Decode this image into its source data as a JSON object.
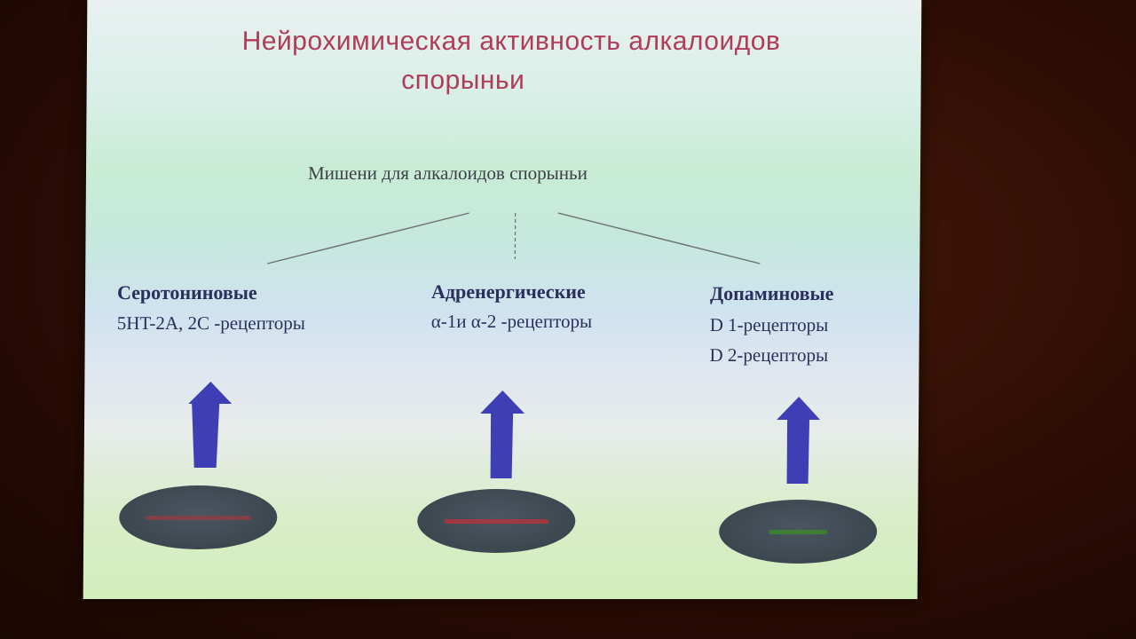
{
  "slide": {
    "title_line1": "Нейрохимическая активность алкалоидов",
    "title_line2": "спорыньи",
    "subtitle": "Мишени для алкалоидов спорыньи",
    "colors": {
      "title": "#b23a5a",
      "text": "#2b2f5e",
      "arrow": "#3f3fb5",
      "ellipse": "#3c4750",
      "ellipse_label_red": "#c0303a",
      "ellipse_label_green": "#3a8a2a"
    },
    "groups": [
      {
        "title": "Серотониновые",
        "lines": [
          "5HT-2A, 2C -рецепторы"
        ]
      },
      {
        "title": "Адренергические",
        "lines": [
          "α-1и α-2 -рецепторы"
        ]
      },
      {
        "title": "Допаминовые",
        "lines": [
          "D 1-рецепторы",
          "D 2-рецепторы"
        ]
      }
    ],
    "icons": [
      "arrow-up-icon",
      "arrow-up-icon",
      "arrow-up-icon"
    ]
  }
}
